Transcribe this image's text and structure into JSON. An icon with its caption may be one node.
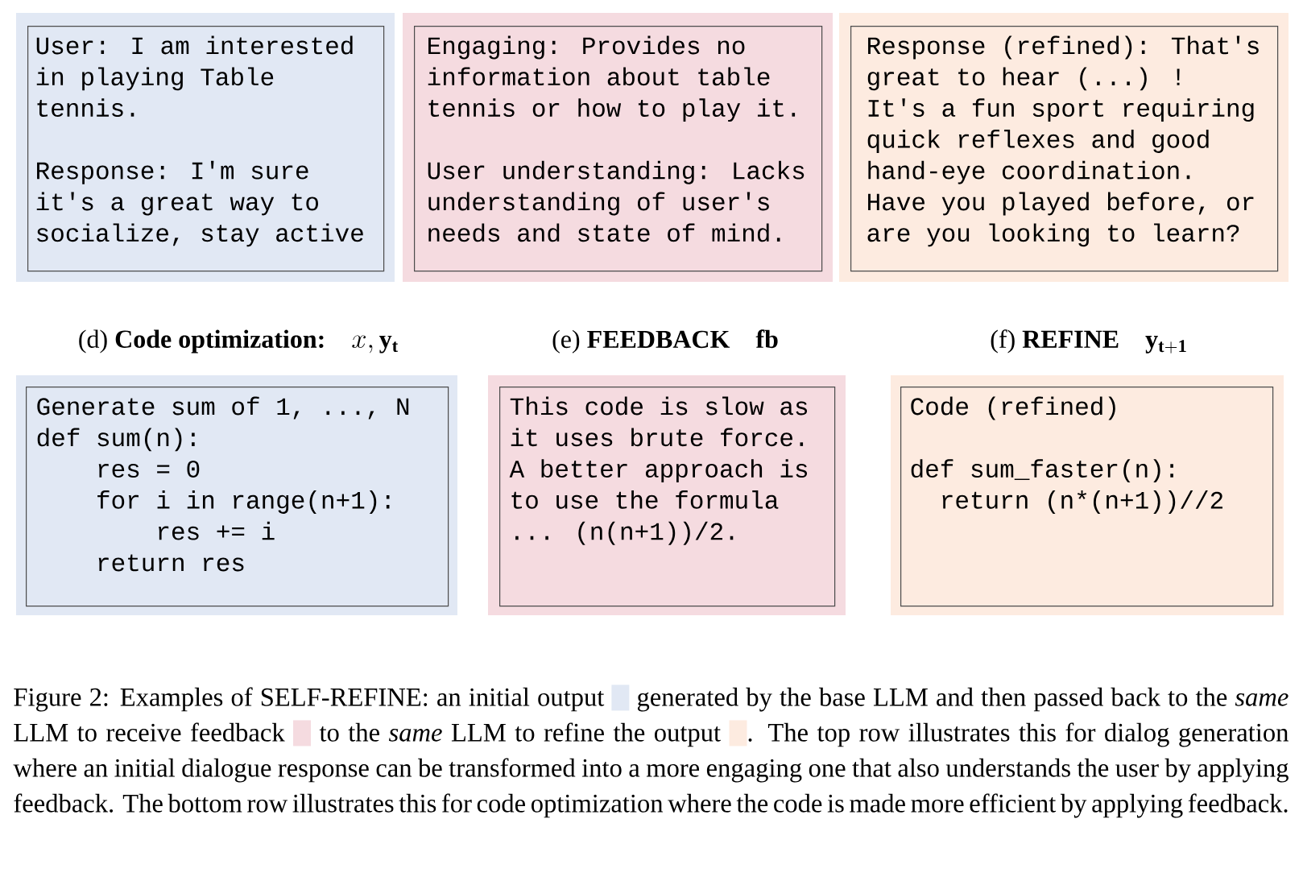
{
  "diagram": {
    "nodes": [
      {
        "text": [
          "User: I am interested in playing Table tennis.",
          "Response: I'm sure it's a great way to socialize, stay active"
        ]
      },
      {
        "text": [
          "Engaging: Provides no information about table tennis or how to play it.",
          "User understanding: Lacks understanding of user's needs and state of mind."
        ]
      },
      {
        "text": [
          "Response (refined): That's great to hear (...) ! It's a fun sport requiring quick reflexes and good hand-eye coordination. Have you played before, or are you looking to learn?"
        ]
      },
      {
        "text": [
          "Generate sum of 1, ..., N",
          "def sum(n):",
          "res = 0",
          "for i in range(n+1):",
          "res += i",
          "return res"
        ]
      },
      {
        "text": [
          "This code is slow as it uses brute force. A better approach is to use the formula ... (n(n+1))/2."
        ]
      },
      {
        "text": [
          "Code (refined)",
          "def sum_faster(n):",
          "return (n*(n+1))//2"
        ]
      }
    ],
    "labels": [
      "(d) **Code optimization:**",
      "x, \\mathbf{y_t}",
      "(e) **FEEDBACK**",
      "\\mathbf{fb}",
      "(f) **REFINE**",
      "\\mathbf{y_{t+1}}",
      "Figure 2: Examples of SELF-REFINE: an initial output",
      "generated by the base LLM and then passed back to the *same* LLM to receive feedback",
      "to the *same* LLM to refine the output",
      ". The top row illustrates this for dialog generation where an initial dialogue response can be transformed into a more engaging one that also understands the user by applying feedback. The bottom row illustrates this for code optimization where the code is made more efficient by applying feedback."
    ]
  }
}
